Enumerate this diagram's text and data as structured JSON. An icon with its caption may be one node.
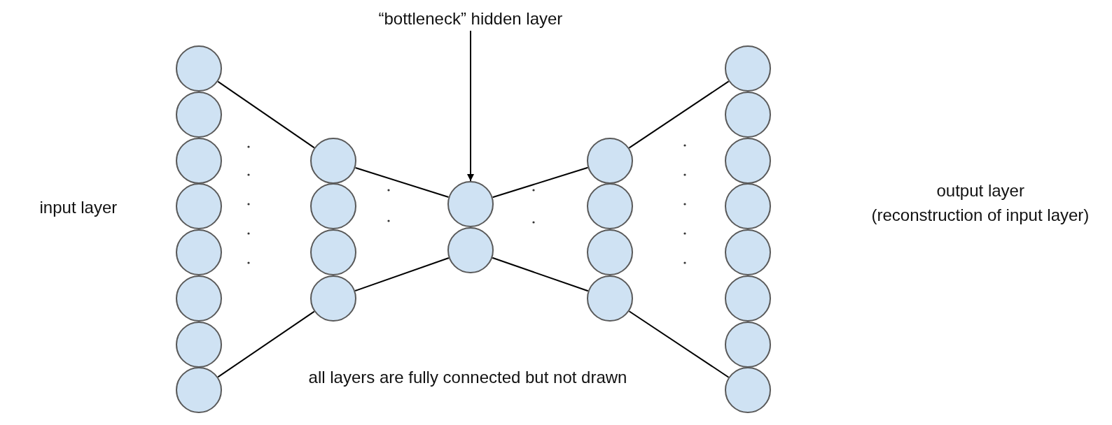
{
  "diagram": {
    "nodes": [
      {
        "text": [
          "“bottleneck” hidden layer"
        ]
      },
      {
        "text": [],
        "shape": "circle"
      },
      {
        "text": [],
        "shape": "circle"
      },
      {
        "text": [],
        "shape": "circle"
      },
      {
        "text": [],
        "shape": "circle"
      },
      {
        "text": [],
        "shape": "circle"
      },
      {
        "text": [],
        "shape": "circle"
      },
      {
        "text": [],
        "shape": "circle"
      },
      {
        "text": [],
        "shape": "circle"
      },
      {
        "text": [],
        "shape": "circle"
      },
      {
        "text": [],
        "shape": "circle"
      },
      {
        "text": [],
        "shape": "circle"
      },
      {
        "text": [],
        "shape": "circle"
      },
      {
        "text": [],
        "shape": "circle"
      },
      {
        "text": [],
        "shape": "circle"
      },
      {
        "text": [],
        "shape": "circle"
      },
      {
        "text": [],
        "shape": "circle"
      },
      {
        "text": [],
        "shape": "circle"
      },
      {
        "text": [],
        "shape": "circle"
      },
      {
        "text": [],
        "shape": "circle"
      },
      {
        "text": [],
        "shape": "circle"
      },
      {
        "text": [],
        "shape": "circle"
      },
      {
        "text": [],
        "shape": "circle"
      },
      {
        "text": [],
        "shape": "circle"
      },
      {
        "text": [],
        "shape": "circle"
      },
      {
        "text": [],
        "shape": "circle"
      },
      {
        "text": [],
        "shape": "circle"
      }
    ],
    "edges": [
      {
        "from": 0,
        "to": 13,
        "arrow": "to"
      },
      {
        "from": 1,
        "to": 9,
        "arrow": "none"
      },
      {
        "from": 8,
        "to": 12,
        "arrow": "none"
      },
      {
        "from": 9,
        "to": 13,
        "arrow": "none"
      },
      {
        "from": 12,
        "to": 14,
        "arrow": "none"
      },
      {
        "from": 13,
        "to": 15,
        "arrow": "none"
      },
      {
        "from": 14,
        "to": 18,
        "arrow": "none"
      },
      {
        "from": 15,
        "to": 19,
        "arrow": "none"
      },
      {
        "from": 18,
        "to": 26,
        "arrow": "none"
      }
    ],
    "labels": [
      "input layer",
      "output layer",
      "(reconstruction of input layer)",
      "all layers are fully connected but not drawn"
    ]
  }
}
